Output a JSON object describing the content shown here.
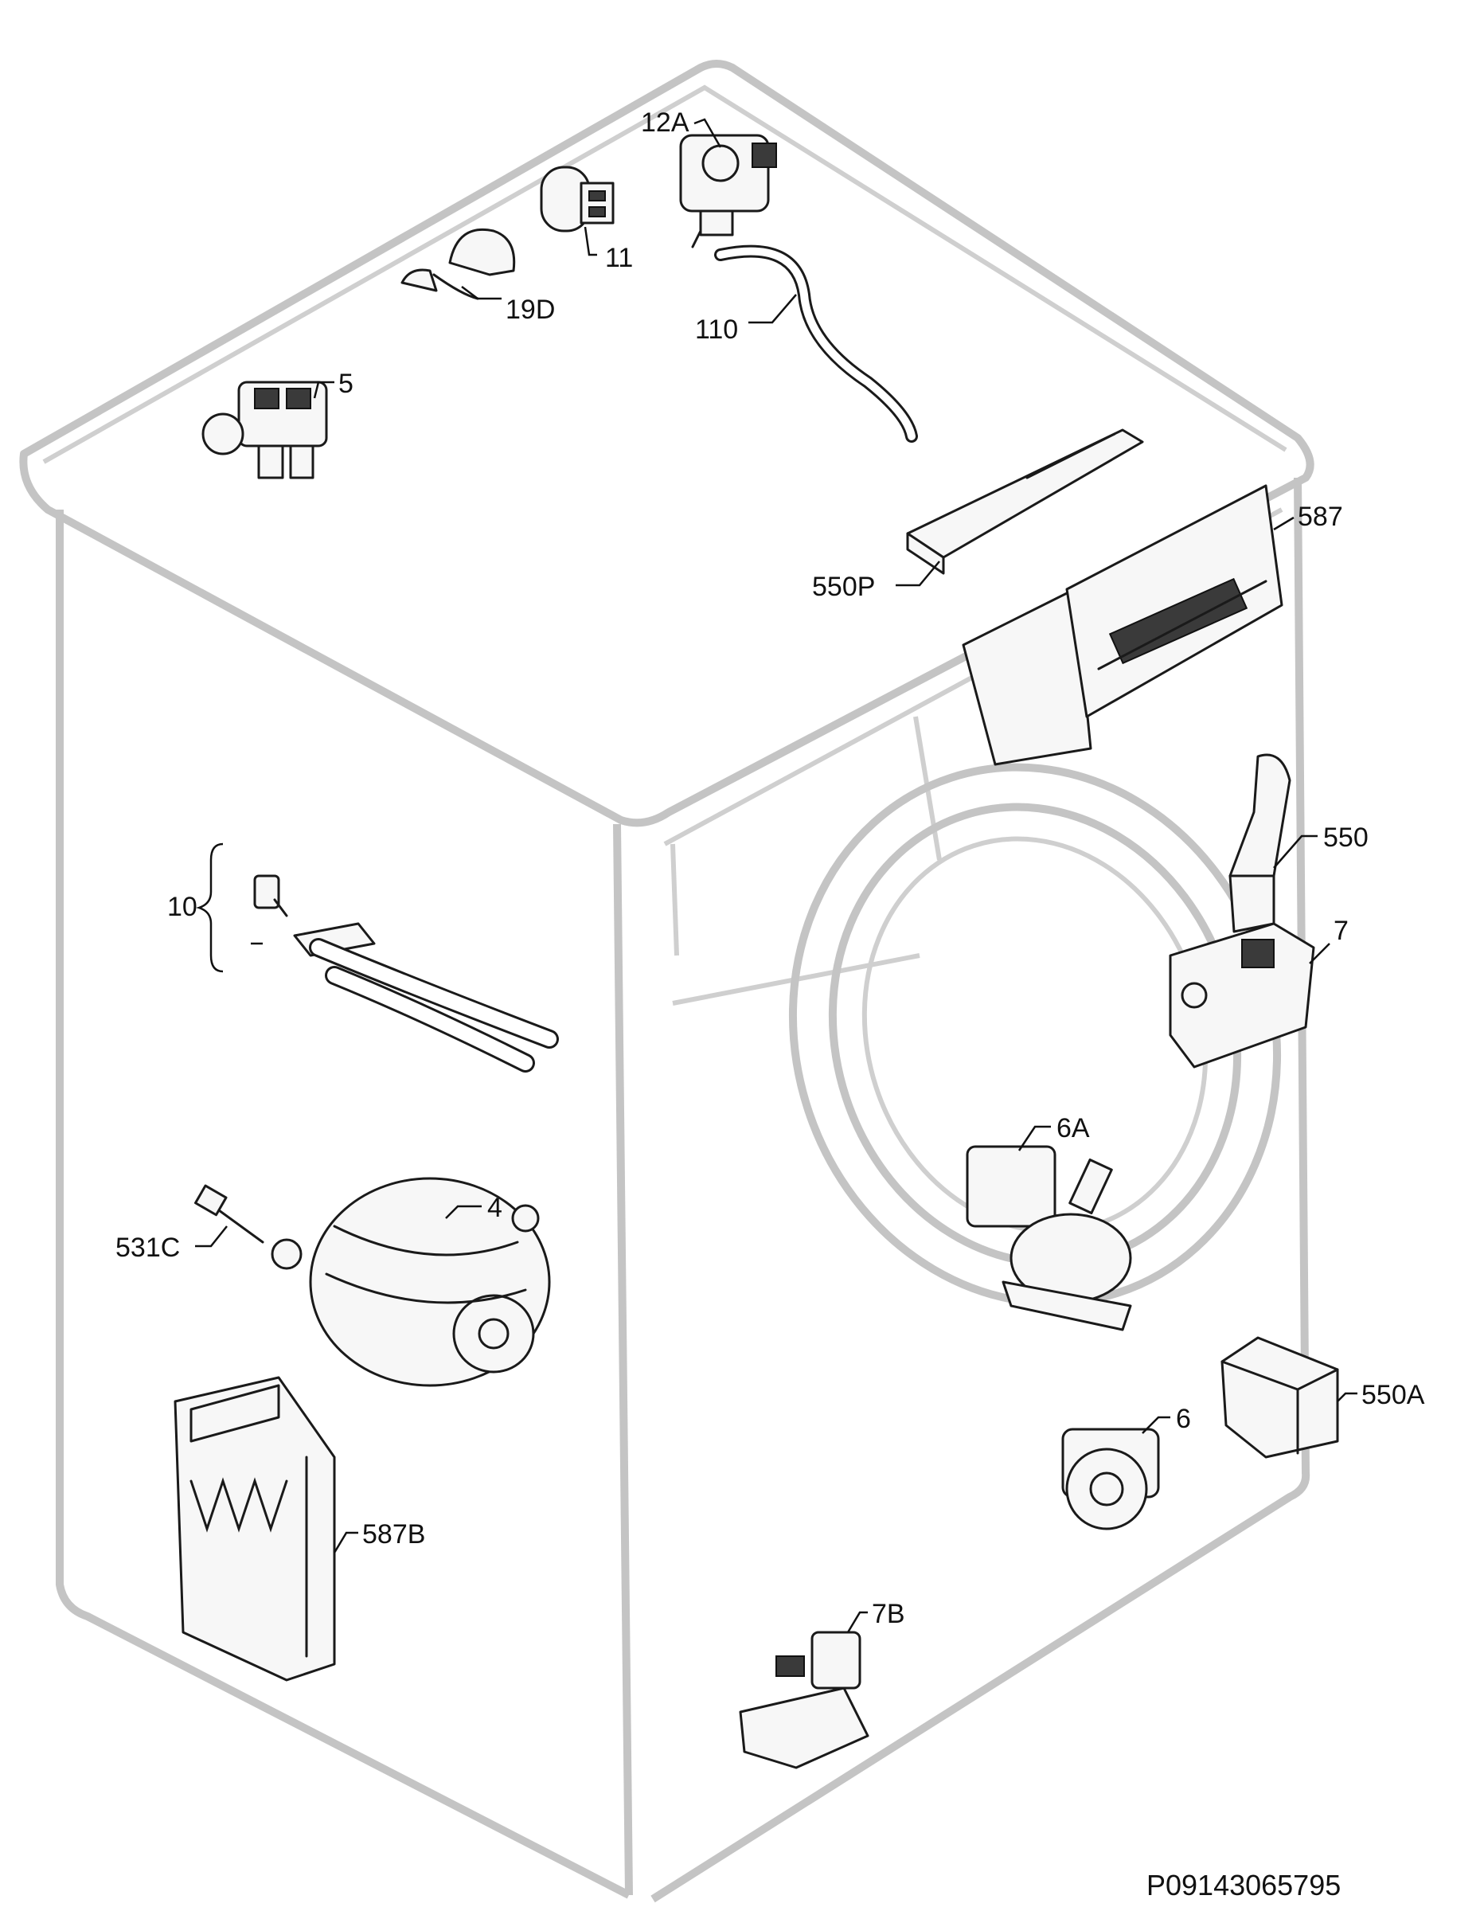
{
  "labels": {
    "part_12a": "12A",
    "part_11": "11",
    "part_19d": "19D",
    "part_110": "110",
    "part_5": "5",
    "part_587": "587",
    "part_550p": "550P",
    "part_550": "550",
    "part_10": "10",
    "part_7": "7",
    "part_6a": "6A",
    "part_4": "4",
    "part_531c": "531C",
    "part_550a": "550A",
    "part_6": "6",
    "part_587b": "587B",
    "part_7b": "7B"
  },
  "drawing_code": "P09143065795"
}
